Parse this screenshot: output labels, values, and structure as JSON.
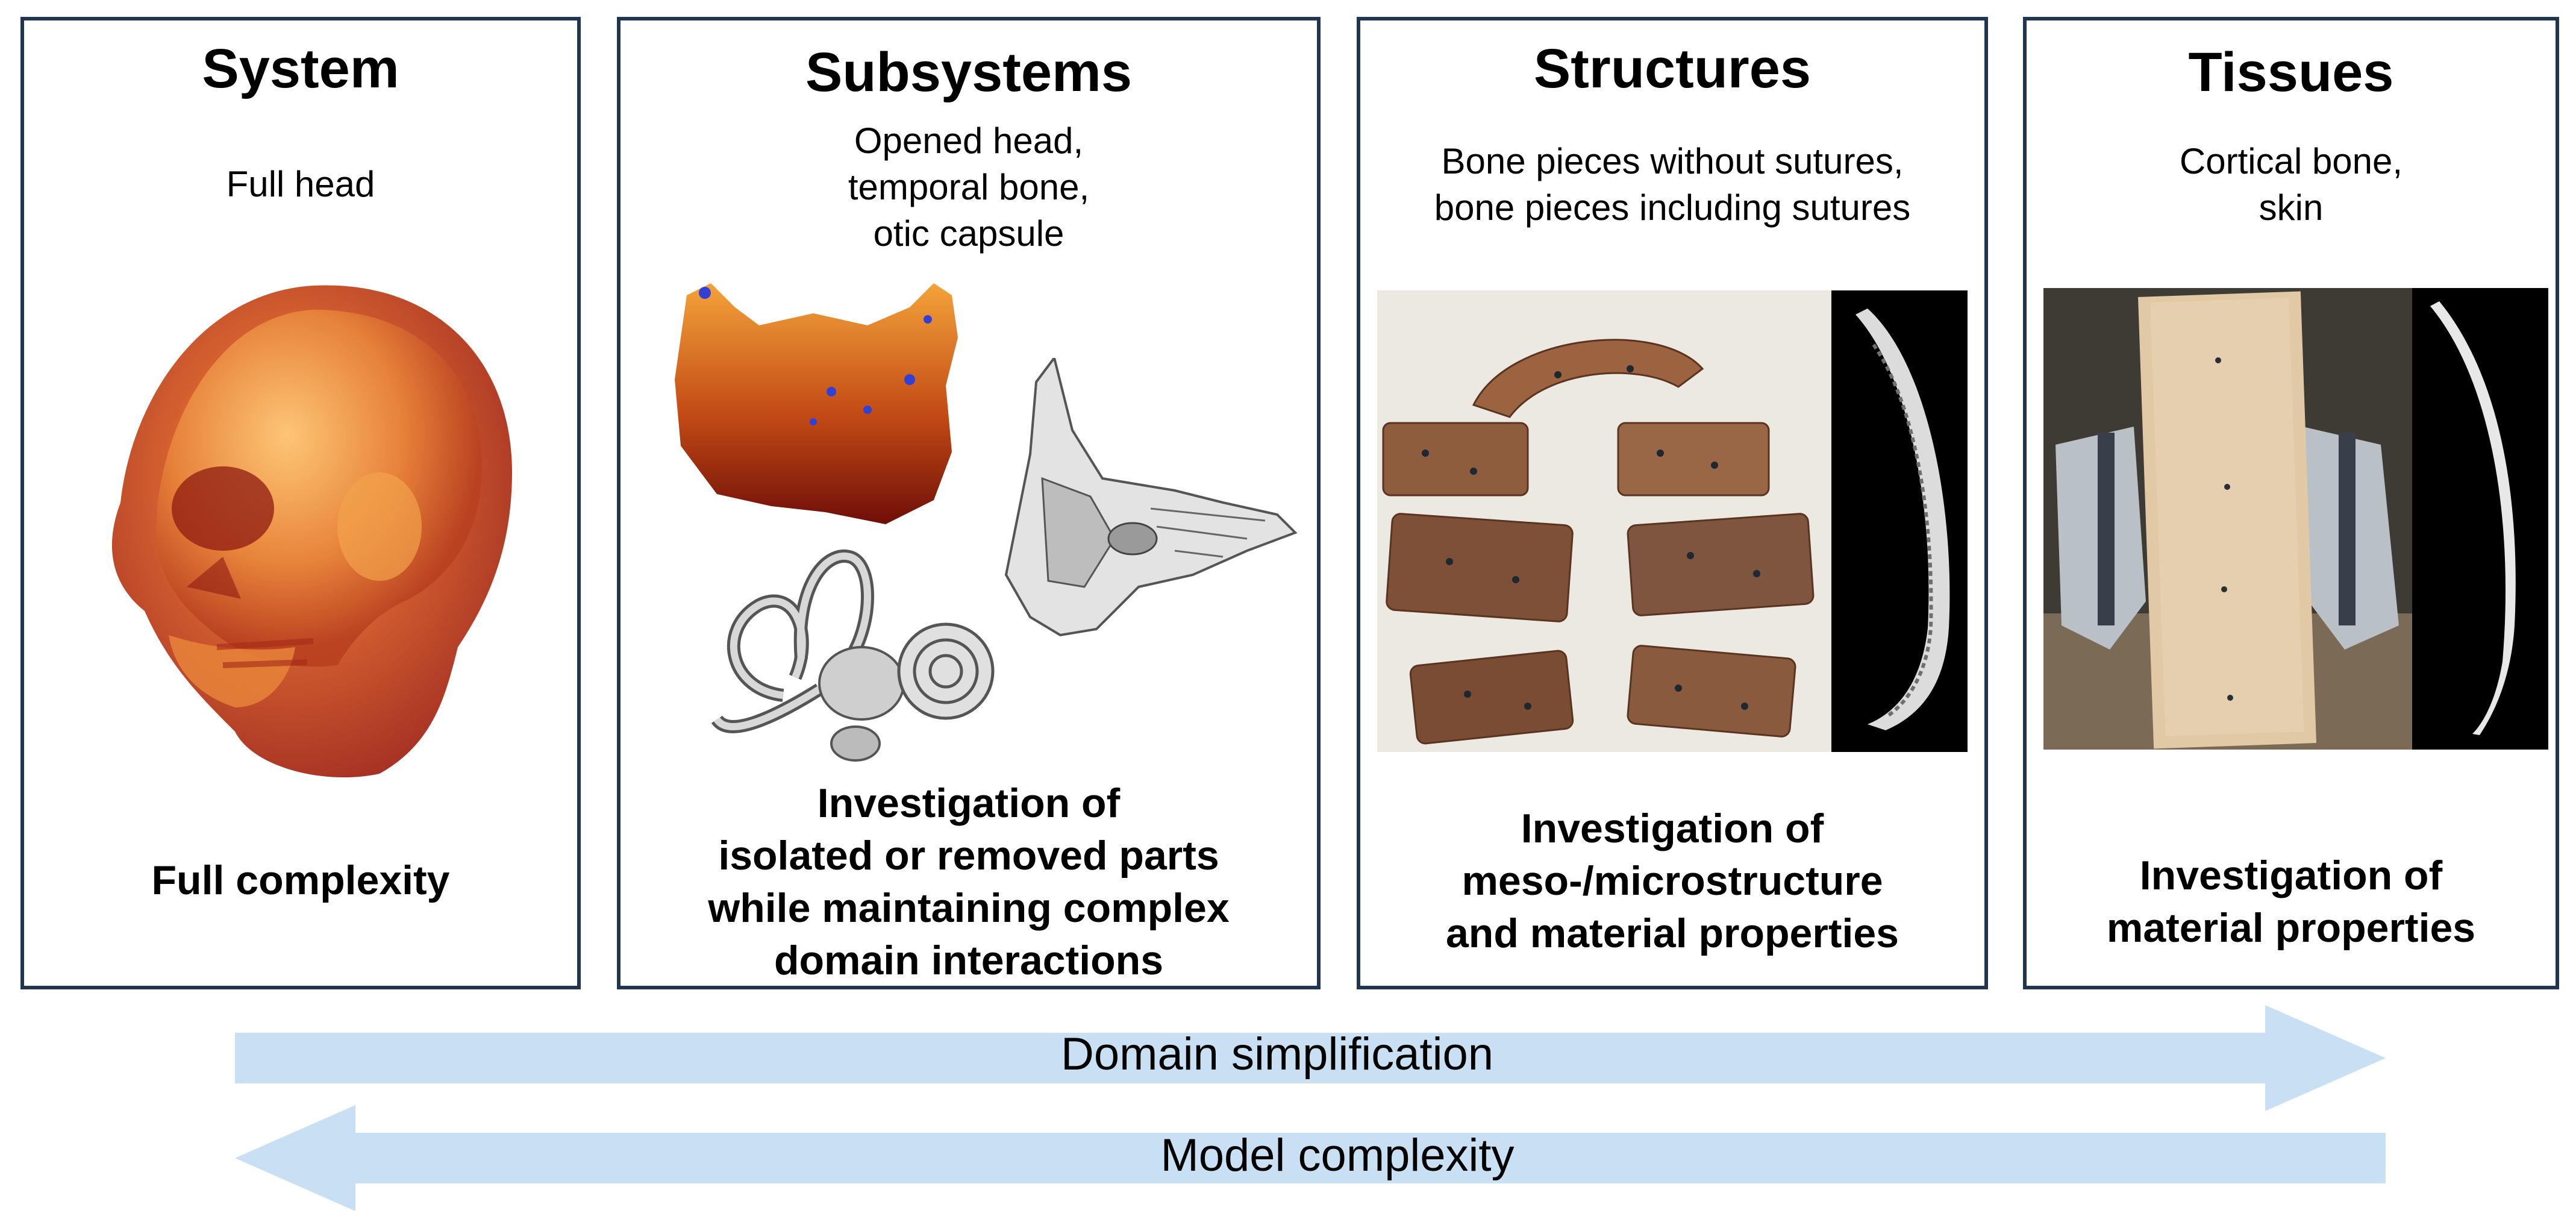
{
  "panels": [
    {
      "title": "System",
      "subtitle": "Full head",
      "claim": "Full complexity"
    },
    {
      "title": "Subsystems",
      "subtitle": "Opened head,\ntemporal bone,\n otic capsule",
      "claim": "Investigation of\nisolated or removed parts\nwhile maintaining complex\ndomain interactions"
    },
    {
      "title": "Structures",
      "subtitle": "Bone pieces without sutures,\nbone pieces including sutures",
      "claim": "Investigation of\nmeso-/microstructure\nand material properties"
    },
    {
      "title": "Tissues",
      "subtitle": "Cortical bone,\nskin",
      "claim": "Investigation of\nmaterial properties"
    }
  ],
  "arrows": {
    "forward_label": "Domain simplification",
    "backward_label": "Model complexity",
    "color": "#c9dff3"
  },
  "colors": {
    "panel_border": "#1f3550",
    "skull": "#c0341b",
    "dark_bg": "#000000"
  }
}
